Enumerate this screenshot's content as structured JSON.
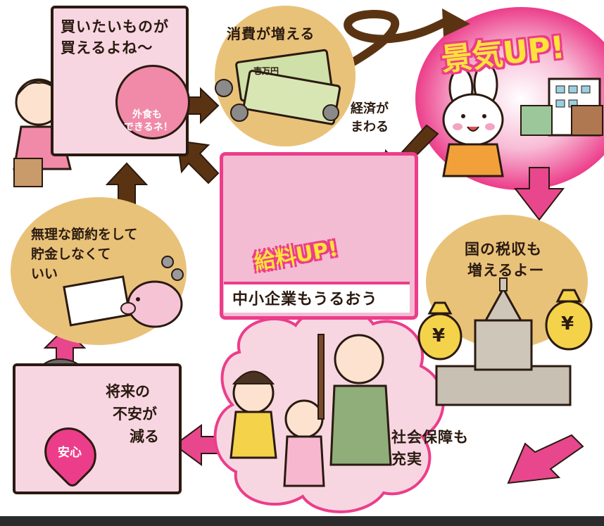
{
  "panels": {
    "shopping": {
      "line1": "買いたいものが",
      "line2": "買えるよね～",
      "bubble_line1": "外食も",
      "bubble_line2": "できるネ！"
    },
    "consumption": {
      "title": "消費が増える",
      "money_label": "壱万円",
      "side_line1": "経済が",
      "side_line2": "まわる"
    },
    "economy": {
      "title": "景気UP!"
    },
    "smb": {
      "salary": "給料UP!",
      "caption": "中小企業もうるおう"
    },
    "tax": {
      "line1": "国の税収も",
      "line2": "増えるよー",
      "yen": "¥"
    },
    "saving": {
      "line1": "無理な節約をして",
      "line2": "貯金しなくて",
      "line3": "いい"
    },
    "social": {
      "line1": "社会保障も",
      "line2": "充実"
    },
    "anxiety": {
      "line1": "将来の",
      "line2": "不安が",
      "line3": "減る",
      "heart": "安心"
    }
  },
  "colors": {
    "pink_box": "#f7d6e2",
    "tan_blob": "#e9c27a",
    "magenta_arrow": "#e8478e",
    "brown_arrow": "#5a3412",
    "outline": "#2a1a10",
    "yellow_text": "#ffe23a",
    "hot_pink": "#ec3d8a"
  }
}
